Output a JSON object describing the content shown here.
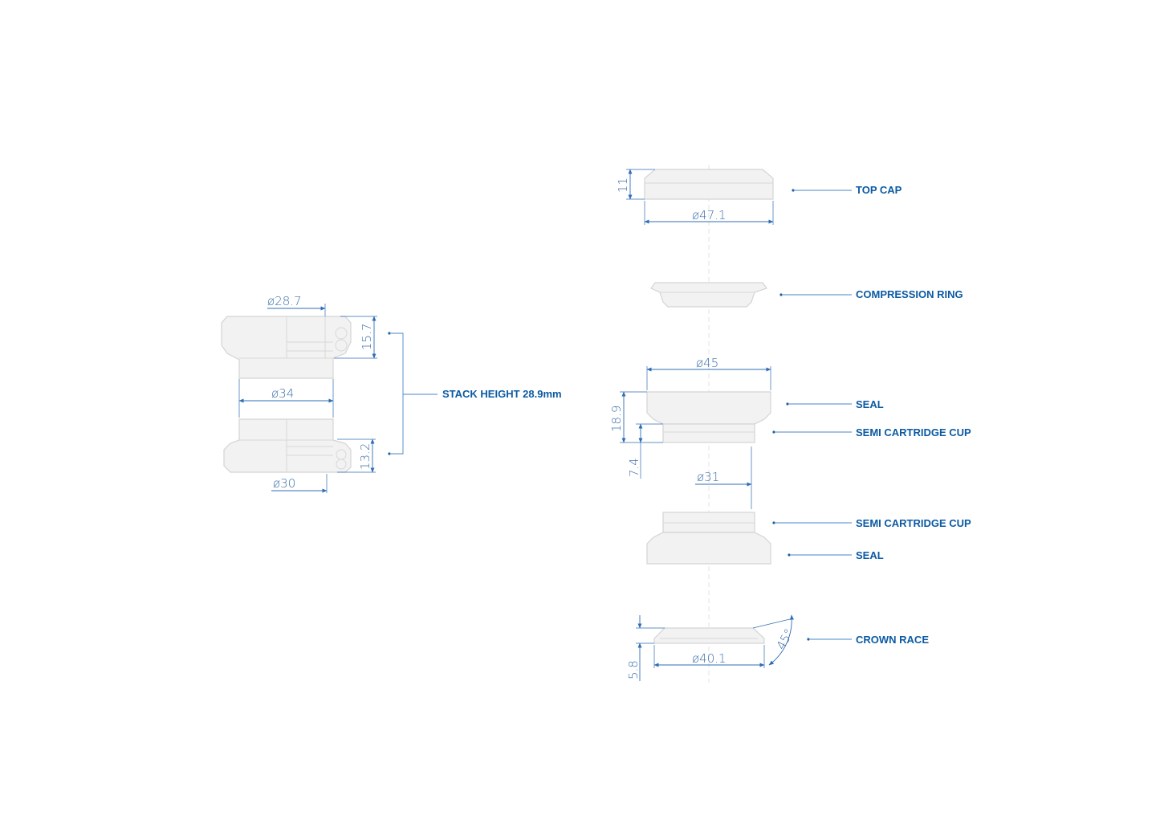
{
  "left_assembly": {
    "dim_top_diameter": "ø28.7",
    "dim_top_height": "15.7",
    "dim_mid_diameter": "ø34",
    "dim_bottom_height": "13.2",
    "dim_bottom_diameter": "ø30",
    "stack_label": "STACK HEIGHT 28.9mm"
  },
  "exploded": {
    "top_cap": {
      "label": "TOP CAP",
      "height": "11",
      "diameter": "ø47.1"
    },
    "compression_ring": {
      "label": "COMPRESSION RING"
    },
    "upper_seal": {
      "label": "SEAL",
      "diameter": "ø45",
      "height": "18.9"
    },
    "upper_cup": {
      "label": "SEMI CARTRIDGE CUP",
      "height": "7.4",
      "diameter": "ø31"
    },
    "lower_cup": {
      "label": "SEMI CARTRIDGE CUP"
    },
    "lower_seal": {
      "label": "SEAL"
    },
    "crown_race": {
      "label": "CROWN RACE",
      "height": "5.8",
      "diameter": "ø40.1",
      "angle": "45°"
    }
  },
  "colors": {
    "label": "#0b5aa3",
    "dimension": "#2f6db5",
    "part_fill": "#f2f2f2"
  }
}
